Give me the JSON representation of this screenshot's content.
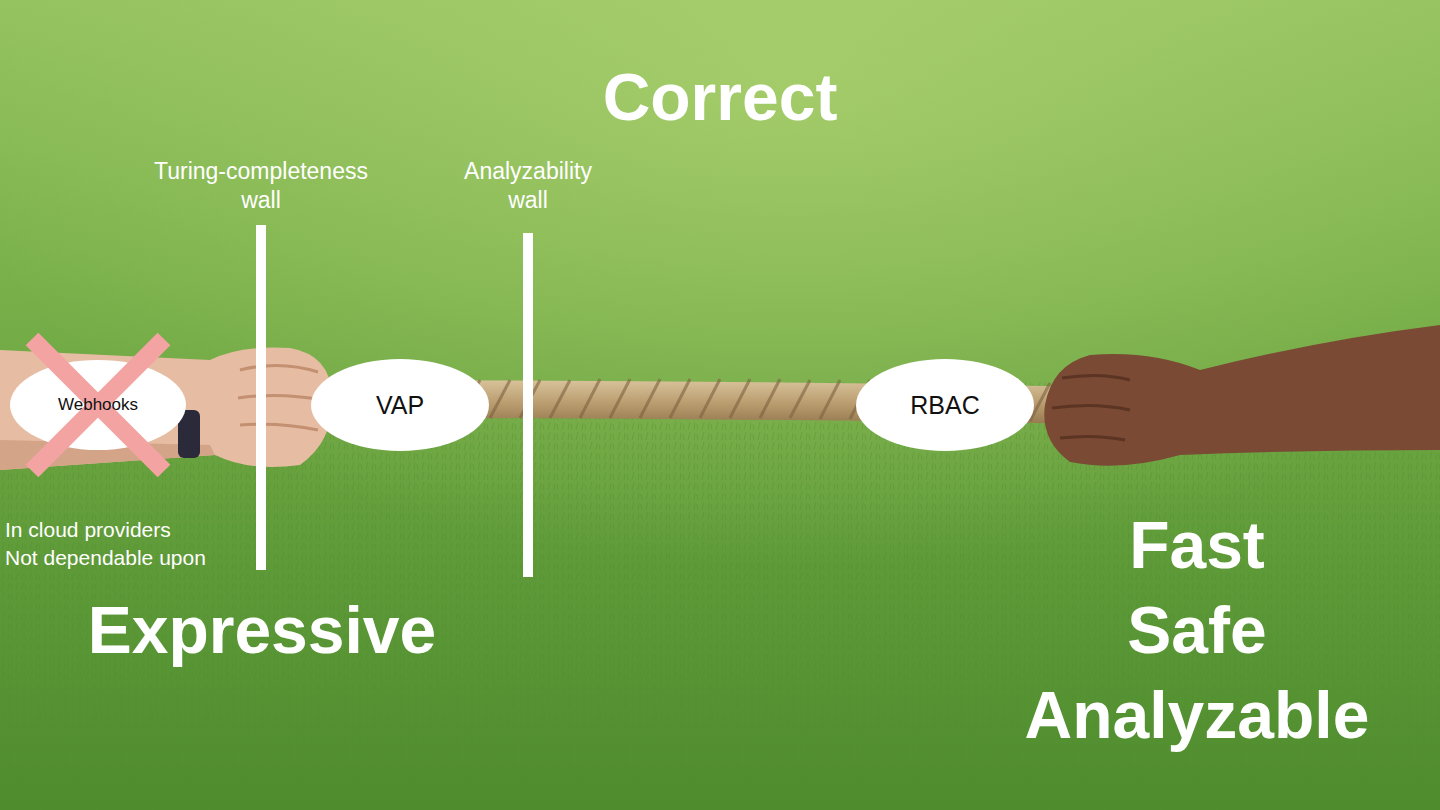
{
  "diagram": {
    "title": "Correct",
    "nodes": [
      {
        "text": [
          "Webhooks"
        ]
      },
      {
        "text": [
          "VAP"
        ]
      },
      {
        "text": [
          "RBAC"
        ]
      }
    ],
    "labels": [
      "Turing-completeness wall",
      "Analyzability wall",
      "In cloud providers",
      "Not dependable upon",
      "Expressive",
      "Fast",
      "Safe",
      "Analyzable"
    ]
  }
}
